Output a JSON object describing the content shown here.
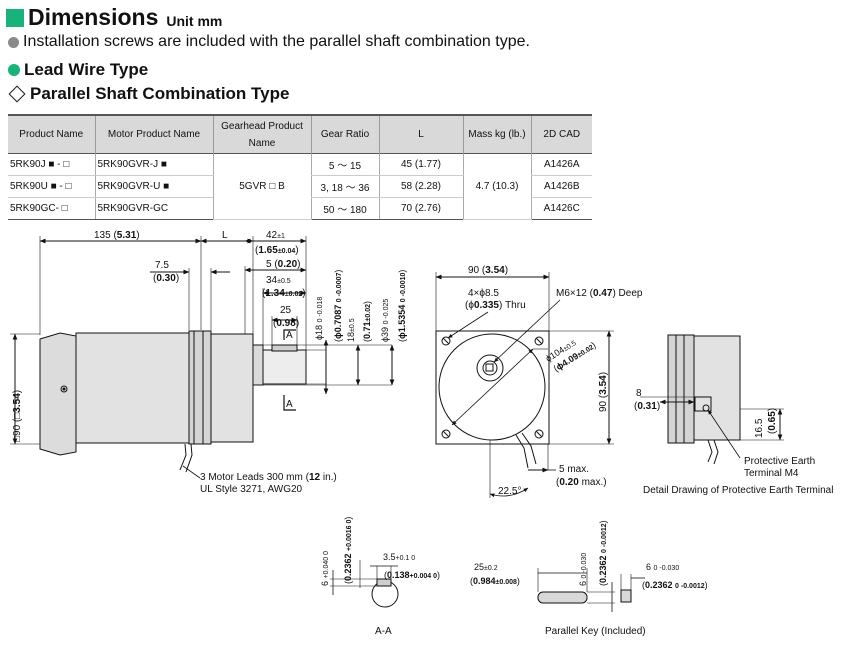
{
  "header": {
    "title": "Dimensions",
    "unit": "Unit mm"
  },
  "note": "Installation screws are included with the parallel shaft combination type.",
  "lead_wire": "Lead Wire Type",
  "combination": "Parallel Shaft Combination Type",
  "table": {
    "headers": [
      "Product Name",
      "Motor Product Name",
      "Gearhead Product Name",
      "Gear Ratio",
      "L",
      "Mass kg (lb.)",
      "2D CAD"
    ],
    "gearhead": "5GVR □ B",
    "mass": "4.7 (10.3)",
    "rows": [
      {
        "product": "5RK90J ■ - □",
        "motor": "5RK90GVR-J ■",
        "ratio": "5 ～ 15",
        "l": "45 (1.77)",
        "cad": "A1426A"
      },
      {
        "product": "5RK90U ■ - □",
        "motor": "5RK90GVR-U ■",
        "ratio": "3, 18 ～ 36",
        "l": "58 (2.28)",
        "cad": "A1426B"
      },
      {
        "product": "5RK90GC- □",
        "motor": "5RK90GVR-GC",
        "ratio": "50 ～ 180",
        "l": "70 (2.76)",
        "cad": "A1426C"
      }
    ]
  },
  "drawing": {
    "side": {
      "d135": "135 (",
      "d135b": "5.31",
      "d135c": ")",
      "dL": "L",
      "d42": "42",
      "d42tol": "±1",
      "d165": "1.65",
      "d165tol": "±0.04",
      "d5": "5 (",
      "d5b": "0.20",
      "d5c": ")",
      "d75": "7.5",
      "d030": "0.30",
      "d34": "34",
      "d34tol": "±0.5",
      "d134": "1.34",
      "d134tol": "±0.02",
      "d25": "25",
      "d098": "0.98",
      "sectA": "A",
      "dsq90": "□90 (□",
      "dsq354": "3.54",
      "dsqc": ")",
      "phi18": "ϕ18",
      "phi18tol": "0 -0.018",
      "phi07087": "ϕ0.7087",
      "phi07087tol": "0 -0.0007",
      "d18": "18",
      "d18tol": "±0.5",
      "d071": "0.71",
      "d071tol": "±0.02",
      "phi39": "ϕ39",
      "phi39tol": "0 -0.025",
      "phi15354": "ϕ1.5354",
      "phi15354tol": "0 -0.0010",
      "leads1a": "3 Motor Leads 300 mm (",
      "leads1b": "12",
      "leads1c": " in.)",
      "leads2": "UL Style 3271, AWG20"
    },
    "front": {
      "d90": "90 (",
      "d90b": "3.54",
      "d90c": ")",
      "hole1": "4×ϕ8.5",
      "hole2a": "(ϕ",
      "hole2b": "0.335",
      "hole2c": ") Thru",
      "m6a": "M6×12 (",
      "m6b": "0.47",
      "m6c": ") Deep",
      "phi104": "ϕ104",
      "phi104tol": "±0.5",
      "phi409": "ϕ4.09",
      "phi409tol": "±0.02",
      "vert90": "90 (",
      "vert354": "3.54",
      "vertc": ")",
      "d5max": "5 max.",
      "d020": "0.20",
      "d020max": "max.",
      "angle": "22.5°"
    },
    "detail": {
      "d8": "8",
      "d031": "0.31",
      "d165": "16.5",
      "d065": "0.65",
      "pe1": "Protective Earth",
      "pe2": "Terminal M4",
      "caption": "Detail Drawing of Protective Earth Terminal"
    },
    "section": {
      "d6": "6",
      "d6tol": "+0.040 0",
      "d02362": "0.2362",
      "d02362tol": "+0.0016 0",
      "d35": "3.5",
      "d35tol": "+0.1 0",
      "d0138": "0.138",
      "d0138tol": "+0.004 0",
      "caption": "A-A"
    },
    "key": {
      "d25": "25",
      "d25tol": "±0.2",
      "d0984": "0.984",
      "d0984tol": "±0.008",
      "d6": "6",
      "d6tol": "0 -0.030",
      "d02362": "0.2362",
      "d02362tol": "0 -0.0012",
      "d6b": "6",
      "d6btol": "0 -0.030",
      "d02362b": "0.2362",
      "d02362btol": "0 -0.0012",
      "caption": "Parallel Key (Included)"
    }
  }
}
